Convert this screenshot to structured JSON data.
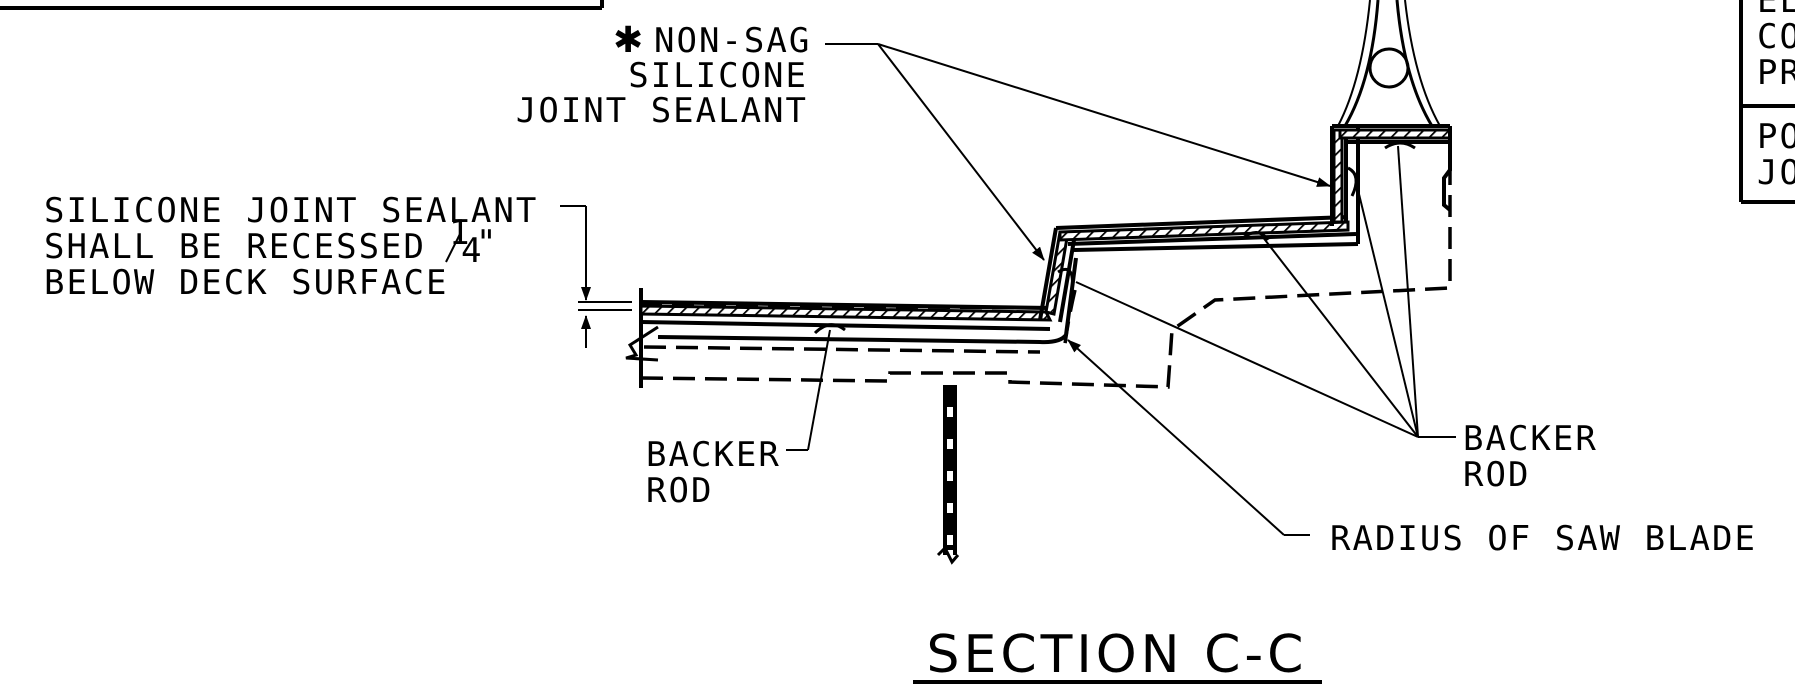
{
  "labels": {
    "nonsag_line1": "NON-SAG",
    "nonsag_line2": "SILICONE",
    "nonsag_line3": "JOINT SEALANT",
    "recess_line1": "SILICONE JOINT SEALANT",
    "recess_line2": "SHALL BE RECESSED",
    "recess_fraction_num": "1",
    "recess_fraction_den": "4",
    "recess_inch": "\"",
    "recess_line3": "BELOW DECK SURFACE",
    "backer_left_line1": "BACKER",
    "backer_left_line2": "ROD",
    "backer_right_line1": "BACKER",
    "backer_right_line2": "ROD",
    "saw_blade": "RADIUS OF SAW BLADE",
    "title": "SECTION C-C",
    "corner_top_1": "EL",
    "corner_top_2": "CO",
    "corner_top_3": "PR",
    "corner_bottom_1": "PO",
    "corner_bottom_2": "JO"
  },
  "icons": {
    "asterisk": "asterisk-icon"
  }
}
